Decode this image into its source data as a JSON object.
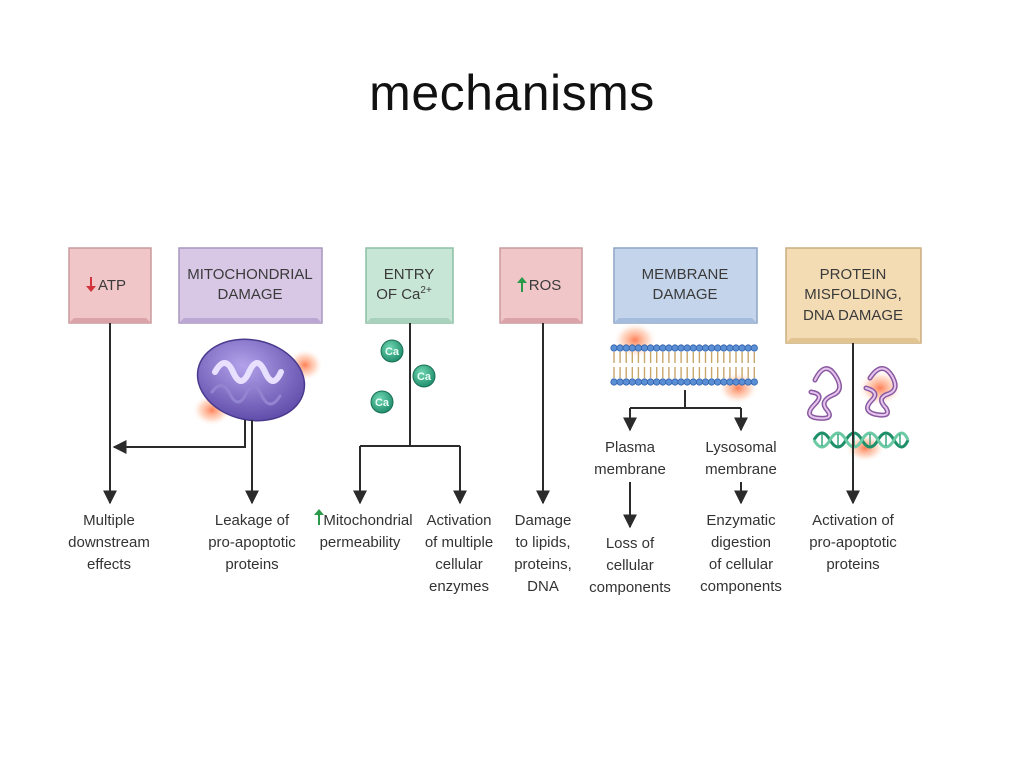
{
  "title": "mechanisms",
  "boxes": {
    "atp": {
      "arrow": "down",
      "line1": "ATP"
    },
    "mito": {
      "line1": "MITOCHONDRIAL",
      "line2": "DAMAGE"
    },
    "calcium": {
      "line1": "ENTRY",
      "line2a": "OF Ca",
      "sup": "2+"
    },
    "ros": {
      "arrow": "up",
      "line1": "ROS"
    },
    "membrane": {
      "line1": "MEMBRANE",
      "line2": "DAMAGE"
    },
    "protein": {
      "line1": "PROTEIN",
      "line2": "MISFOLDING,",
      "line3": "DNA DAMAGE"
    }
  },
  "calcium_ions": [
    "Ca",
    "Ca",
    "Ca"
  ],
  "branches": {
    "plasma": [
      "Plasma",
      "membrane"
    ],
    "lysosomal": [
      "Lysosomal",
      "membrane"
    ]
  },
  "outcomes": {
    "atp": [
      "Multiple",
      "downstream",
      "effects"
    ],
    "mito": [
      "Leakage of",
      "pro-apoptotic",
      "proteins"
    ],
    "ca_perm": [
      "Mitochondrial",
      "permeability"
    ],
    "ca_enzymes": [
      "Activation",
      "of multiple",
      "cellular",
      "enzymes"
    ],
    "ros": [
      "Damage",
      "to lipids,",
      "proteins,",
      "DNA"
    ],
    "plasma": [
      "Loss of",
      "cellular",
      "components"
    ],
    "lysosomal": [
      "Enzymatic",
      "digestion",
      "of cellular",
      "components"
    ],
    "protein": [
      "Activation of",
      "pro-apoptotic",
      "proteins"
    ]
  },
  "colors": {
    "atp_box": "#f1c6c8",
    "mito_box": "#d8c8e6",
    "calcium_box": "#c8e6d6",
    "ros_box": "#f1c6c8",
    "membrane_box": "#c4d4ea",
    "protein_box": "#f3dcb4",
    "down_arrow": "#d2323c",
    "up_arrow": "#2a9a4a",
    "lines": "#2b2b2b"
  }
}
